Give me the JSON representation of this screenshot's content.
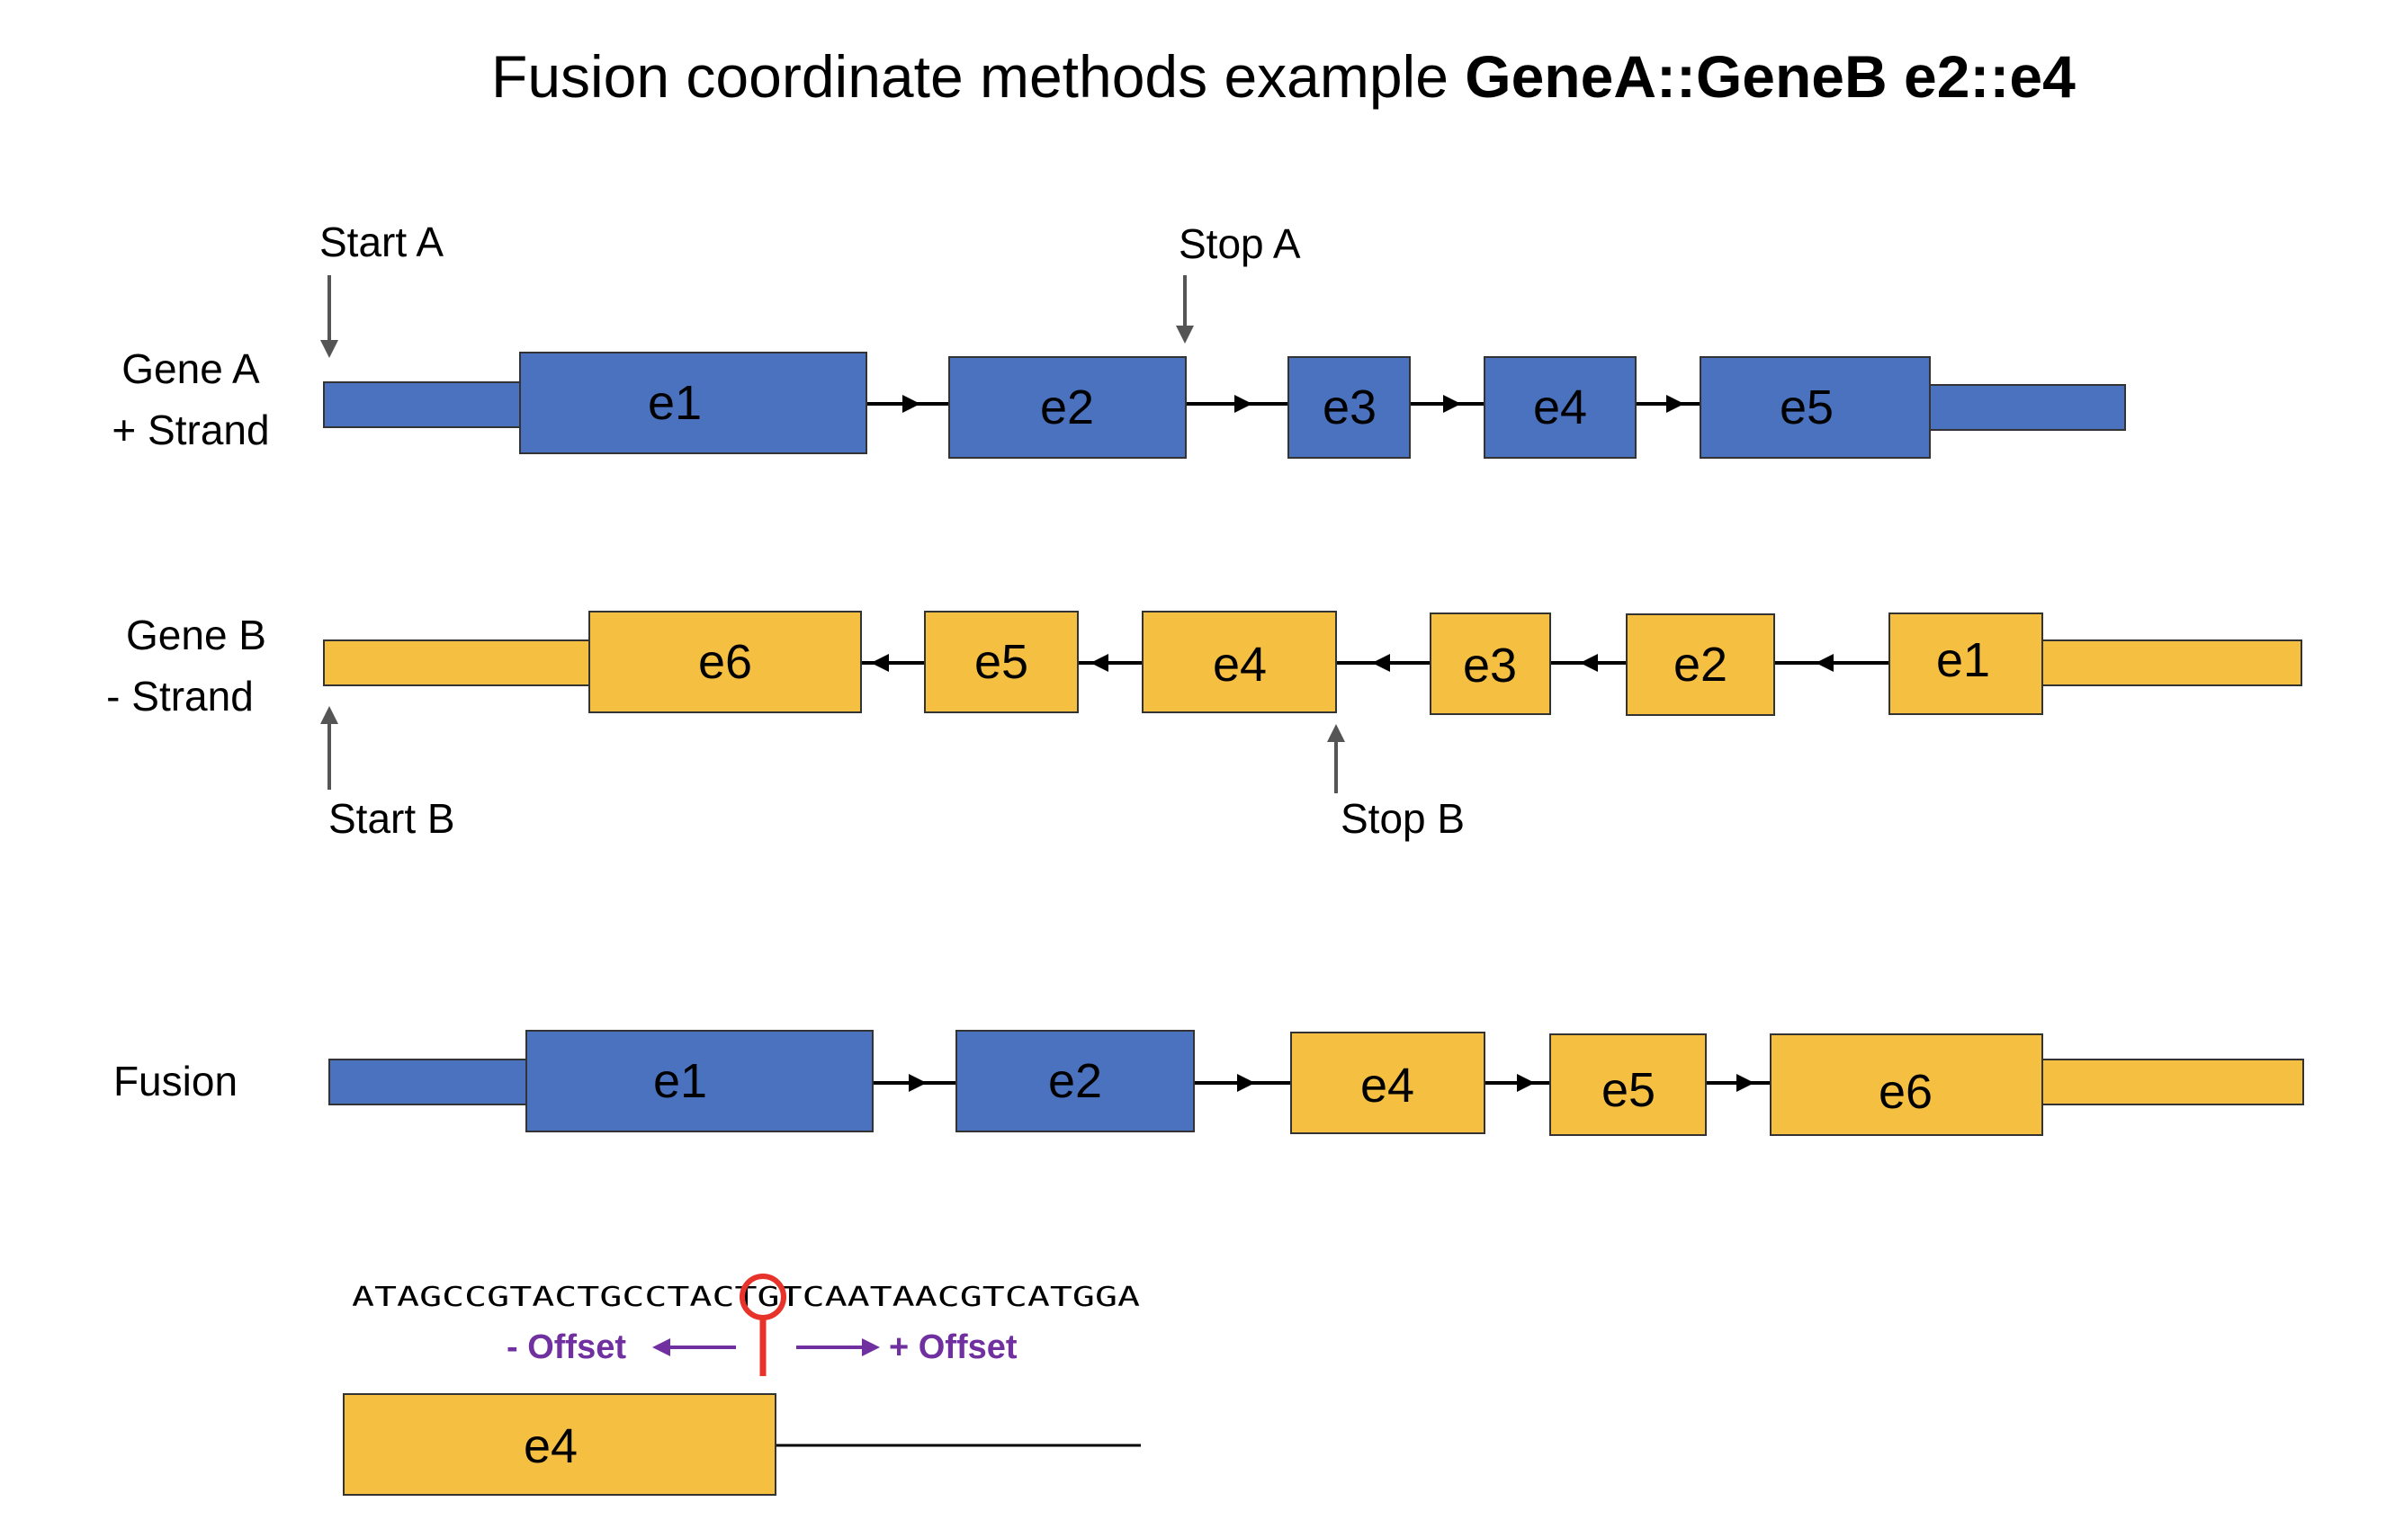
{
  "title": {
    "prefix": "Fusion coordinate methods example ",
    "bold": "GeneA::GeneB e2::e4"
  },
  "colors": {
    "gene_a": "#4A72BE",
    "gene_b": "#F5BF41",
    "outline": "#333333",
    "pointer": "#555555",
    "breakpoint": "#E8332A",
    "offset": "#7030A0"
  },
  "gene_a": {
    "label_line1": "Gene A",
    "label_line2": "+ Strand",
    "start_label": "Start A",
    "stop_label": "Stop A",
    "exons": [
      "e1",
      "e2",
      "e3",
      "e4",
      "e5"
    ]
  },
  "gene_b": {
    "label_line1": "Gene B",
    "label_line2": "- Strand",
    "start_label": "Start B",
    "stop_label": "Stop B",
    "exons": [
      "e6",
      "e5",
      "e4",
      "e3",
      "e2",
      "e1"
    ]
  },
  "fusion": {
    "label": "Fusion",
    "exons": [
      "e1",
      "e2",
      "e4",
      "e5",
      "e6"
    ]
  },
  "detail": {
    "sequence": "ATAGCCGTACTGCCTACTGTCAATAACGTCATGGA",
    "minus_offset": "- Offset",
    "plus_offset": "+ Offset",
    "exon": "e4"
  }
}
